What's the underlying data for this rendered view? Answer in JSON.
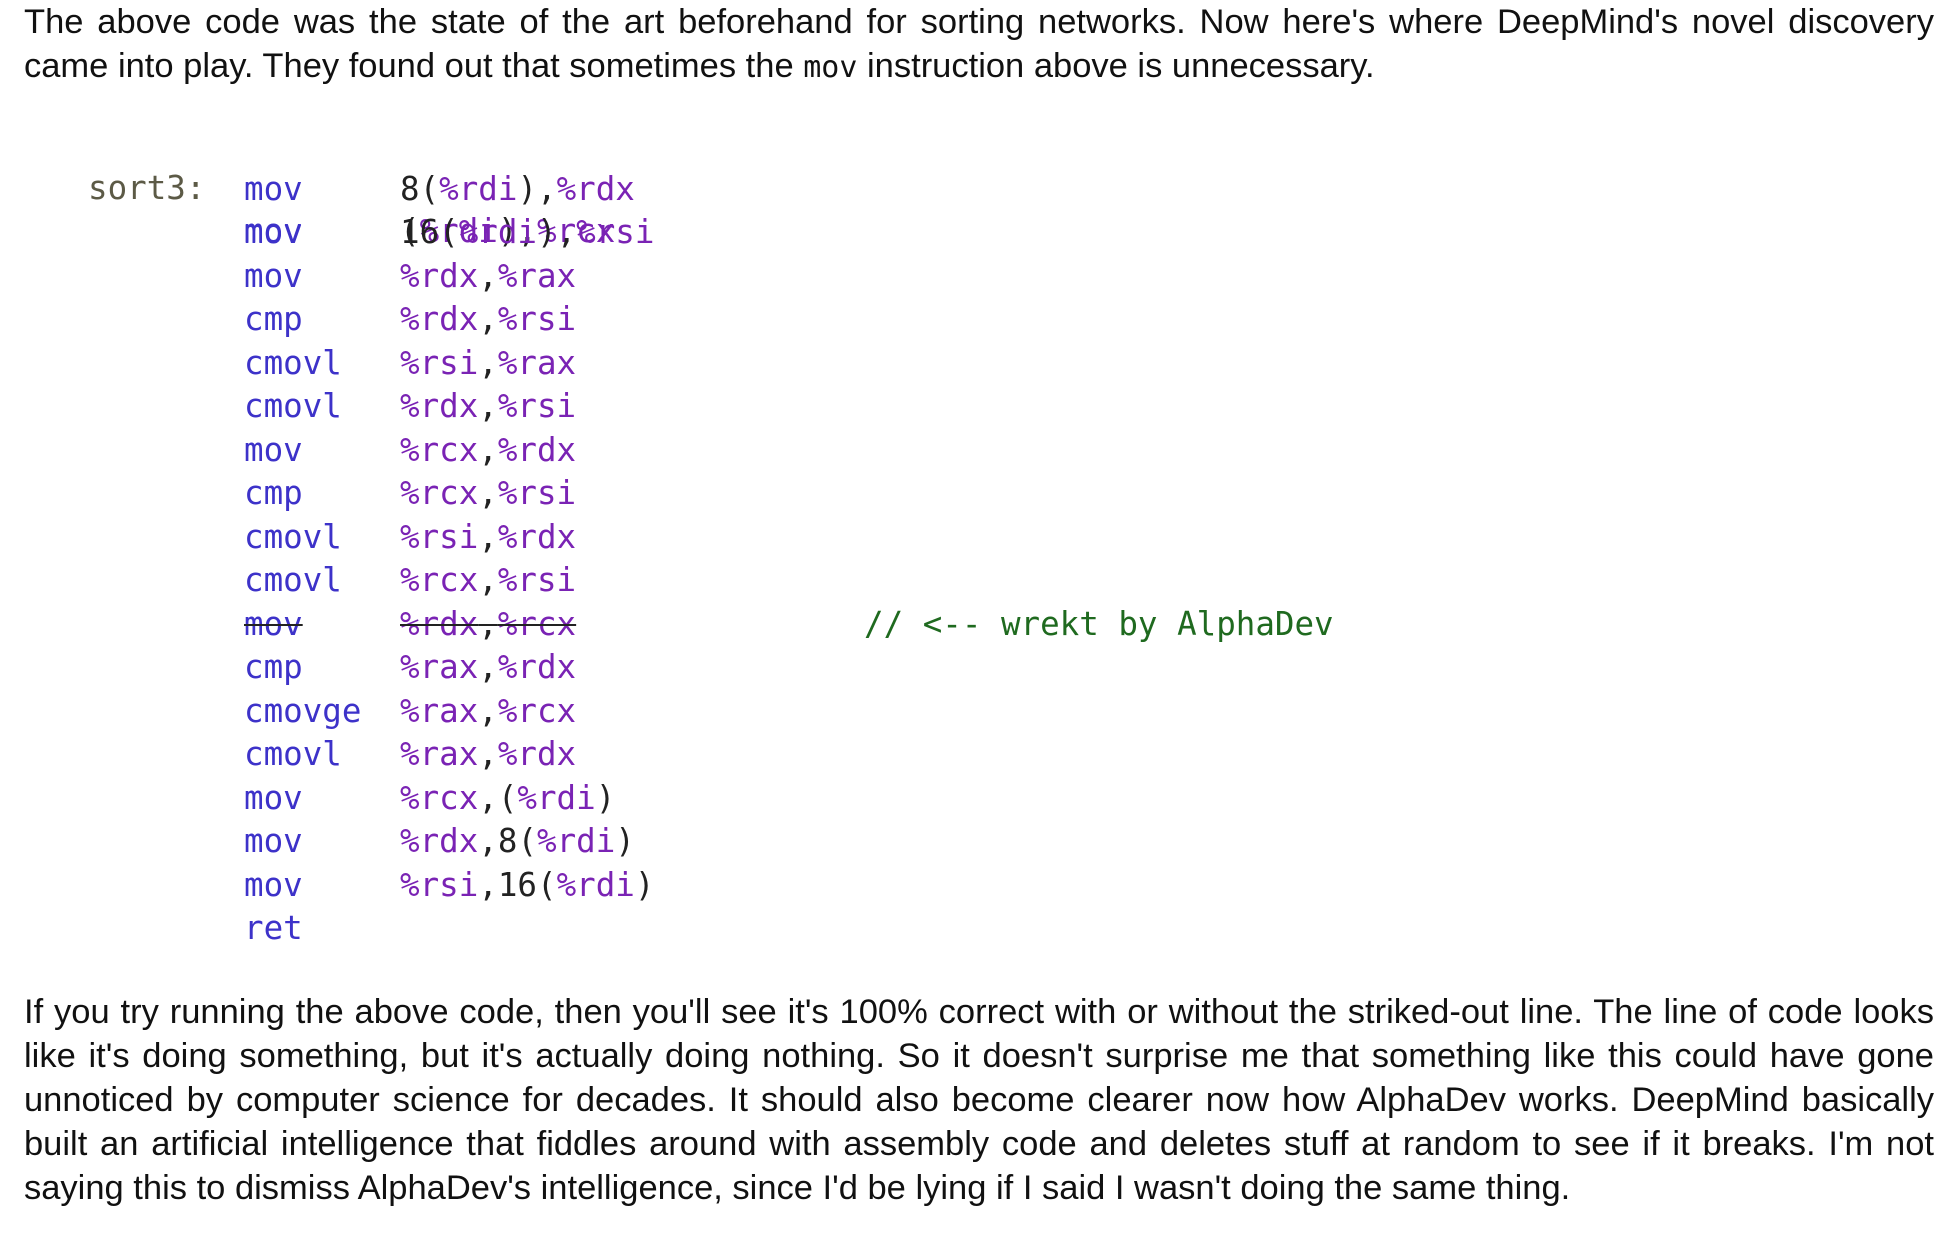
{
  "intro": {
    "before_code": "The above code was the state of the art beforehand for sorting networks. Now here's where DeepMind's novel discovery came into play. They found out that sometimes the ",
    "inline_code": "mov",
    "after_code": " instruction above is unnecessary."
  },
  "code": {
    "label": "sort3:",
    "lines": [
      {
        "op": "mov",
        "args": "(%rdi),%rcx",
        "struck": false,
        "comment": ""
      },
      {
        "op": "mov",
        "args": "8(%rdi),%rdx",
        "struck": false,
        "comment": ""
      },
      {
        "op": "mov",
        "args": "16(%rdi),%rsi",
        "struck": false,
        "comment": ""
      },
      {
        "op": "mov",
        "args": "%rdx,%rax",
        "struck": false,
        "comment": ""
      },
      {
        "op": "cmp",
        "args": "%rdx,%rsi",
        "struck": false,
        "comment": ""
      },
      {
        "op": "cmovl",
        "args": "%rsi,%rax",
        "struck": false,
        "comment": ""
      },
      {
        "op": "cmovl",
        "args": "%rdx,%rsi",
        "struck": false,
        "comment": ""
      },
      {
        "op": "mov",
        "args": "%rcx,%rdx",
        "struck": false,
        "comment": ""
      },
      {
        "op": "cmp",
        "args": "%rcx,%rsi",
        "struck": false,
        "comment": ""
      },
      {
        "op": "cmovl",
        "args": "%rsi,%rdx",
        "struck": false,
        "comment": ""
      },
      {
        "op": "cmovl",
        "args": "%rcx,%rsi",
        "struck": false,
        "comment": ""
      },
      {
        "op": "mov",
        "args": "%rdx,%rcx",
        "struck": true,
        "comment": "// <-- wrekt by AlphaDev"
      },
      {
        "op": "cmp",
        "args": "%rax,%rdx",
        "struck": false,
        "comment": ""
      },
      {
        "op": "cmovge",
        "args": "%rax,%rcx",
        "struck": false,
        "comment": ""
      },
      {
        "op": "cmovl",
        "args": "%rax,%rdx",
        "struck": false,
        "comment": ""
      },
      {
        "op": "mov",
        "args": "%rcx,(%rdi)",
        "struck": false,
        "comment": ""
      },
      {
        "op": "mov",
        "args": "%rdx,8(%rdi)",
        "struck": false,
        "comment": ""
      },
      {
        "op": "mov",
        "args": "%rsi,16(%rdi)",
        "struck": false,
        "comment": ""
      },
      {
        "op": "ret",
        "args": "",
        "struck": false,
        "comment": ""
      }
    ]
  },
  "outro": {
    "text": "If you try running the above code, then you'll see it's 100% correct with or without the striked-out line. The line of code looks like it's doing something, but it's actually doing nothing. So it doesn't surprise me that something like this could have gone unnoticed by computer science for decades. It should also become clearer now how AlphaDev works. DeepMind basically built an artificial intelligence that fiddles around with assembly code and deletes stuff at random to see if it breaks. I'm not saying this to dismiss AlphaDev's intelligence, since I'd be lying if I said I wasn't doing the same thing."
  },
  "colors": {
    "label": "#5c5a46",
    "opcode": "#3d32c9",
    "register": "#7a23b4",
    "comment": "#1f6a1f",
    "text": "#111111"
  }
}
